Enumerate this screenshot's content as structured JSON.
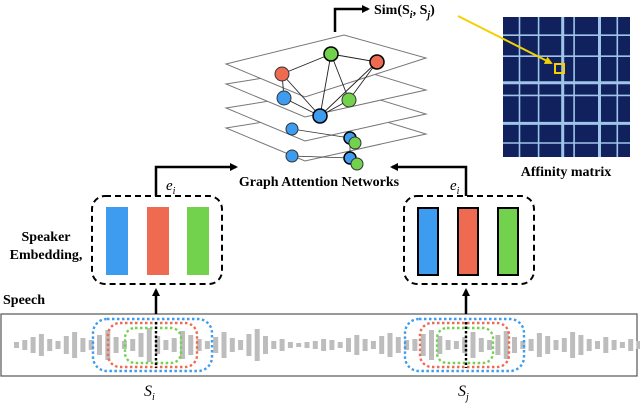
{
  "labels": {
    "sim": "Sim(S",
    "sim_i": "i",
    "sim_sep": ", S",
    "sim_j": "j",
    "sim_close": ")",
    "affinity": "Affinity matrix",
    "gat": "Graph Attention Networks",
    "speaker": "Speaker",
    "embedding": "Embedding,",
    "speech": "Speech",
    "e_left": "e",
    "e_left_sub": "i",
    "e_right": "e",
    "e_right_sub": "i",
    "s_left": "S",
    "s_left_sub": "i",
    "s_right": "S",
    "s_right_sub": "j"
  },
  "colors": {
    "blue": "#3d9cf0",
    "red": "#ee6a50",
    "green": "#72d24e",
    "matrix": "#10215e",
    "highlight": "#f4d000",
    "speech_bar": "#bdbdbd"
  }
}
